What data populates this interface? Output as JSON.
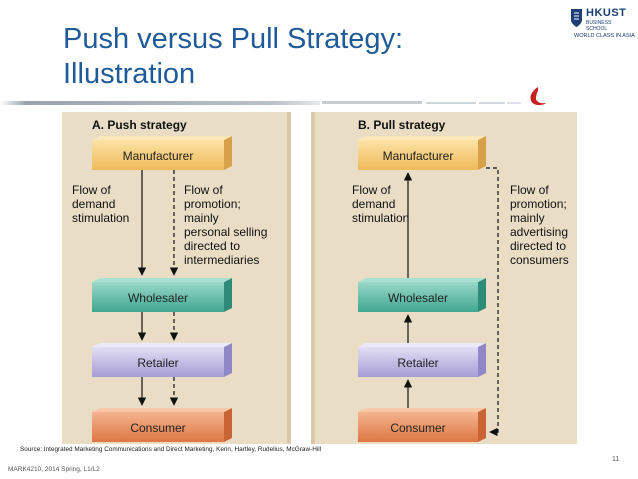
{
  "title": {
    "line1": "Push versus Pull Strategy:",
    "line2": "Illustration"
  },
  "logo": {
    "name": "HKUST",
    "sub_line1": "BUSINESS",
    "sub_line2": "SCHOOL",
    "tagline": "WORLD CLASS IN ASIA"
  },
  "push": {
    "header": "A.   Push strategy",
    "boxes": {
      "manufacturer": "Manufacturer",
      "wholesaler": "Wholesaler",
      "retailer": "Retailer",
      "consumer": "Consumer"
    },
    "demand_note": [
      "Flow of",
      "demand",
      "stimulation"
    ],
    "promotion_note": [
      "Flow of",
      "promotion;",
      "mainly",
      "personal selling",
      "directed to",
      "intermediaries"
    ]
  },
  "pull": {
    "header": "B.   Pull strategy",
    "boxes": {
      "manufacturer": "Manufacturer",
      "wholesaler": "Wholesaler",
      "retailer": "Retailer",
      "consumer": "Consumer"
    },
    "demand_note": [
      "Flow of",
      "demand",
      "stimulation"
    ],
    "promotion_note": [
      "Flow of",
      "promotion;",
      "mainly",
      "advertising",
      "directed to",
      "consumers"
    ]
  },
  "colors": {
    "manufacturer": "#f2c265",
    "wholesaler": "#4fb3a0",
    "retailer": "#b7b0de",
    "consumer": "#e58a5a",
    "title": "#1f5a99",
    "panel": "#e8dcc6"
  },
  "source": "Source: Integrated Marketing Communications and Direct Marketing, Kerin, Hartley, Rudelius, McGraw-Hill",
  "footer": "MARK4210, 2014 Spring, L1/L2",
  "page_number": "11"
}
